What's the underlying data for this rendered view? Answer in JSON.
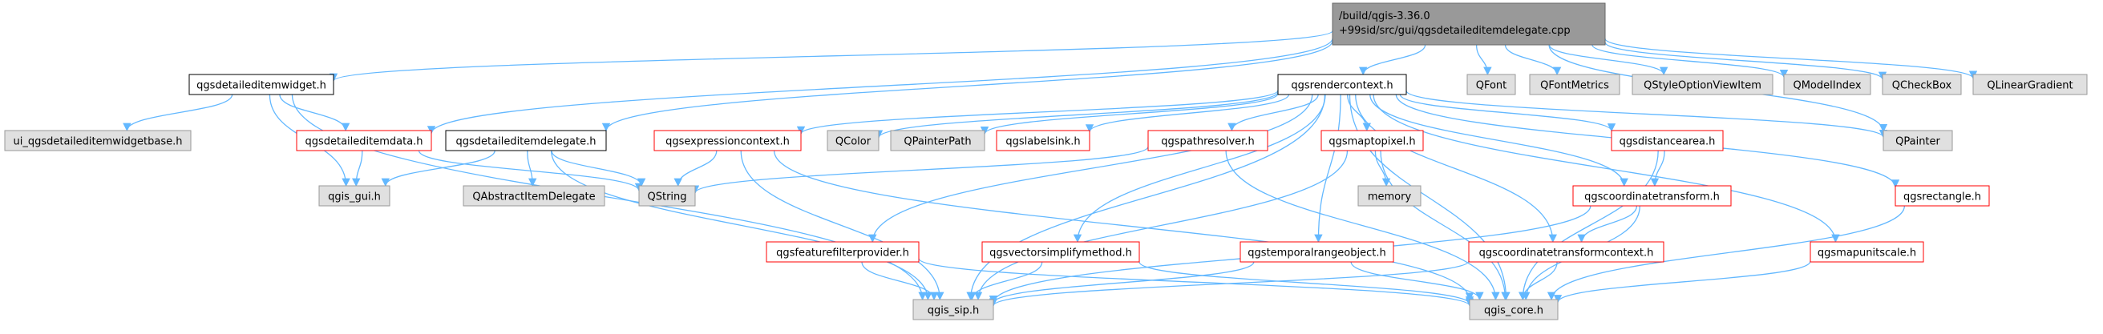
{
  "diagram": {
    "colors": {
      "edge": "#63b8ff",
      "root_fill": "#999999",
      "root_border": "#666666",
      "doc_fill": "#ffffff",
      "doc_border_black": "#000000",
      "doc_border_red": "#ff0000",
      "ext_fill": "#e0e0e0",
      "ext_border": "#999999",
      "text": "#000000"
    },
    "nodes": {
      "root": {
        "lines": [
          "/build/qgis-3.36.0",
          "+99sid/src/gui/qgsdetaileditemdelegate.cpp"
        ],
        "kind": "root"
      },
      "qgsdetaileditemwidget": {
        "label": "qgsdetaileditemwidget.h",
        "kind": "doc-black"
      },
      "qgsrendercontext": {
        "label": "qgsrendercontext.h",
        "kind": "doc-black"
      },
      "qfont": {
        "label": "QFont",
        "kind": "external"
      },
      "qfontmetrics": {
        "label": "QFontMetrics",
        "kind": "external"
      },
      "qstyleoptionviewitem": {
        "label": "QStyleOptionViewItem",
        "kind": "external"
      },
      "qmodelindex": {
        "label": "QModelIndex",
        "kind": "external"
      },
      "qcheckbox": {
        "label": "QCheckBox",
        "kind": "external"
      },
      "qlineargradient": {
        "label": "QLinearGradient",
        "kind": "external"
      },
      "ui_widgetbase": {
        "label": "ui_qgsdetaileditemwidgetbase.h",
        "kind": "external"
      },
      "qgsdetaileditemdata": {
        "label": "qgsdetaileditemdata.h",
        "kind": "doc-red"
      },
      "qgsdetaileditemdelegate": {
        "label": "qgsdetaileditemdelegate.h",
        "kind": "doc-black"
      },
      "qgsexpressioncontext": {
        "label": "qgsexpressioncontext.h",
        "kind": "doc-red"
      },
      "qcolor": {
        "label": "QColor",
        "kind": "external"
      },
      "qpainterpath": {
        "label": "QPainterPath",
        "kind": "external"
      },
      "qgslabelsink": {
        "label": "qgslabelsink.h",
        "kind": "doc-red"
      },
      "qgspathresolver": {
        "label": "qgspathresolver.h",
        "kind": "doc-red"
      },
      "qgsmaptopixel": {
        "label": "qgsmaptopixel.h",
        "kind": "doc-red"
      },
      "qgsdistancearea": {
        "label": "qgsdistancearea.h",
        "kind": "doc-red"
      },
      "qpainter": {
        "label": "QPainter",
        "kind": "external"
      },
      "qgis_gui": {
        "label": "qgis_gui.h",
        "kind": "external"
      },
      "qabstractitemdelegate": {
        "label": "QAbstractItemDelegate",
        "kind": "external"
      },
      "qstring": {
        "label": "QString",
        "kind": "external"
      },
      "memory": {
        "label": "memory",
        "kind": "external"
      },
      "qgscoordinatetransform": {
        "label": "qgscoordinatetransform.h",
        "kind": "doc-red"
      },
      "qgsrectangle": {
        "label": "qgsrectangle.h",
        "kind": "doc-red"
      },
      "qgsfeaturefilterprovider": {
        "label": "qgsfeaturefilterprovider.h",
        "kind": "doc-red"
      },
      "qgsvectorsimplifymethod": {
        "label": "qgsvectorsimplifymethod.h",
        "kind": "doc-red"
      },
      "qgstemporalrangeobject": {
        "label": "qgstemporalrangeobject.h",
        "kind": "doc-red"
      },
      "qgscoordinatetransformcontext": {
        "label": "qgscoordinatetransformcontext.h",
        "kind": "doc-red"
      },
      "qgsmapunitscale": {
        "label": "qgsmapunitscale.h",
        "kind": "doc-red"
      },
      "qgis_sip": {
        "label": "qgis_sip.h",
        "kind": "external"
      },
      "qgis_core": {
        "label": "qgis_core.h",
        "kind": "external"
      }
    },
    "edges": [
      [
        "root",
        "qgsdetaileditemwidget"
      ],
      [
        "root",
        "qgsrendercontext"
      ],
      [
        "root",
        "qfont"
      ],
      [
        "root",
        "qfontmetrics"
      ],
      [
        "root",
        "qstyleoptionviewitem"
      ],
      [
        "root",
        "qmodelindex"
      ],
      [
        "root",
        "qcheckbox"
      ],
      [
        "root",
        "qlineargradient"
      ],
      [
        "root",
        "qgsdetaileditemdata"
      ],
      [
        "root",
        "qgsdetaileditemdelegate"
      ],
      [
        "root",
        "qpainter"
      ],
      [
        "qgsdetaileditemwidget",
        "ui_widgetbase"
      ],
      [
        "qgsdetaileditemwidget",
        "qgsdetaileditemdata"
      ],
      [
        "qgsdetaileditemwidget",
        "qgis_gui"
      ],
      [
        "qgsdetaileditemwidget",
        "qgis_sip"
      ],
      [
        "qgsdetaileditemdata",
        "qgis_gui"
      ],
      [
        "qgsdetaileditemdata",
        "qstring"
      ],
      [
        "qgsdetaileditemdelegate",
        "qgis_gui"
      ],
      [
        "qgsdetaileditemdelegate",
        "qabstractitemdelegate"
      ],
      [
        "qgsdetaileditemdelegate",
        "qstring"
      ],
      [
        "qgsdetaileditemdelegate",
        "qgis_sip"
      ],
      [
        "qgsrendercontext",
        "qgsexpressioncontext"
      ],
      [
        "qgsrendercontext",
        "qcolor"
      ],
      [
        "qgsrendercontext",
        "qpainterpath"
      ],
      [
        "qgsrendercontext",
        "qgslabelsink"
      ],
      [
        "qgsrendercontext",
        "qgspathresolver"
      ],
      [
        "qgsrendercontext",
        "qgsmaptopixel"
      ],
      [
        "qgsrendercontext",
        "qgsdistancearea"
      ],
      [
        "qgsrendercontext",
        "qpainter"
      ],
      [
        "qgsrendercontext",
        "qgsrectangle"
      ],
      [
        "qgsrendercontext",
        "qgsmapunitscale"
      ],
      [
        "qgsrendercontext",
        "qgscoordinatetransform"
      ],
      [
        "qgsrendercontext",
        "qgscoordinatetransformcontext"
      ],
      [
        "qgsrendercontext",
        "qgstemporalrangeobject"
      ],
      [
        "qgsrendercontext",
        "qgsvectorsimplifymethod"
      ],
      [
        "qgsrendercontext",
        "qgsfeaturefilterprovider"
      ],
      [
        "qgsrendercontext",
        "qgis_sip"
      ],
      [
        "qgsrendercontext",
        "qgis_core"
      ],
      [
        "qgsexpressioncontext",
        "qstring"
      ],
      [
        "qgsexpressioncontext",
        "qgis_sip"
      ],
      [
        "qgsexpressioncontext",
        "qgis_core"
      ],
      [
        "qgspathresolver",
        "qstring"
      ],
      [
        "qgspathresolver",
        "qgis_core"
      ],
      [
        "qgsmaptopixel",
        "memory"
      ],
      [
        "qgsmaptopixel",
        "qgis_sip"
      ],
      [
        "qgsmaptopixel",
        "qgis_core"
      ],
      [
        "qgsdistancearea",
        "qgscoordinatetransform"
      ],
      [
        "qgsdistancearea",
        "qgis_core"
      ],
      [
        "qgscoordinatetransform",
        "qgscoordinatetransformcontext"
      ],
      [
        "qgscoordinatetransform",
        "qgis_sip"
      ],
      [
        "qgscoordinatetransform",
        "qgis_core"
      ],
      [
        "qgsrectangle",
        "qgis_core"
      ],
      [
        "qgsfeaturefilterprovider",
        "qgis_sip"
      ],
      [
        "qgsfeaturefilterprovider",
        "qgis_core"
      ],
      [
        "qgsvectorsimplifymethod",
        "qgis_sip"
      ],
      [
        "qgsvectorsimplifymethod",
        "qgis_core"
      ],
      [
        "qgstemporalrangeobject",
        "qgis_sip"
      ],
      [
        "qgstemporalrangeobject",
        "qgis_core"
      ],
      [
        "qgscoordinatetransformcontext",
        "qgis_sip"
      ],
      [
        "qgscoordinatetransformcontext",
        "qgis_core"
      ],
      [
        "qgsmapunitscale",
        "qgis_core"
      ]
    ]
  }
}
